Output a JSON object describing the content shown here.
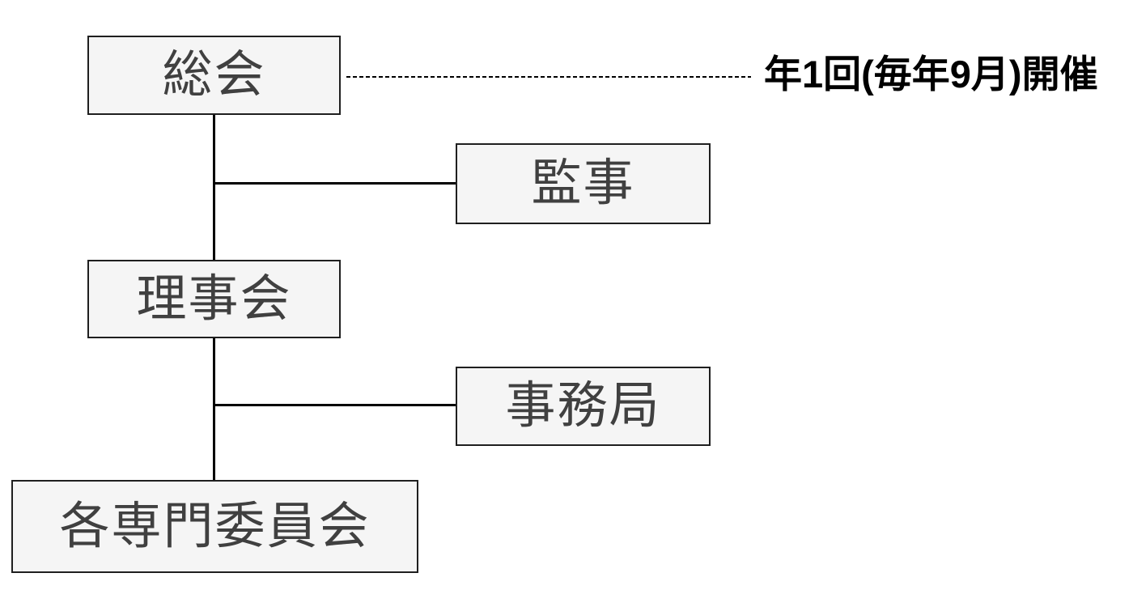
{
  "diagram": {
    "type": "org-chart",
    "nodes": [
      {
        "id": "general-assembly",
        "label": "総会"
      },
      {
        "id": "auditor",
        "label": "監事"
      },
      {
        "id": "board-of-directors",
        "label": "理事会"
      },
      {
        "id": "secretariat",
        "label": "事務局"
      },
      {
        "id": "specialized-committees",
        "label": "各専門委員会"
      }
    ],
    "edges": [
      {
        "from": "general-assembly",
        "to": "board-of-directors",
        "style": "solid"
      },
      {
        "from": "general-assembly/board-of-directors trunk",
        "to": "auditor",
        "style": "solid-branch"
      },
      {
        "from": "board-of-directors",
        "to": "specialized-committees",
        "style": "solid"
      },
      {
        "from": "board-of-directors/specialized-committees trunk",
        "to": "secretariat",
        "style": "solid-branch"
      },
      {
        "from": "general-assembly",
        "to": "annotation",
        "style": "dashed"
      }
    ],
    "annotation": {
      "text": "年1回(毎年9月)開催"
    },
    "colors": {
      "background": "#ffffff",
      "box_fill": "#f5f5f5",
      "box_border": "#1f1f1f",
      "box_text": "#404040",
      "connector": "#000000",
      "annotation_text": "#000000"
    }
  }
}
